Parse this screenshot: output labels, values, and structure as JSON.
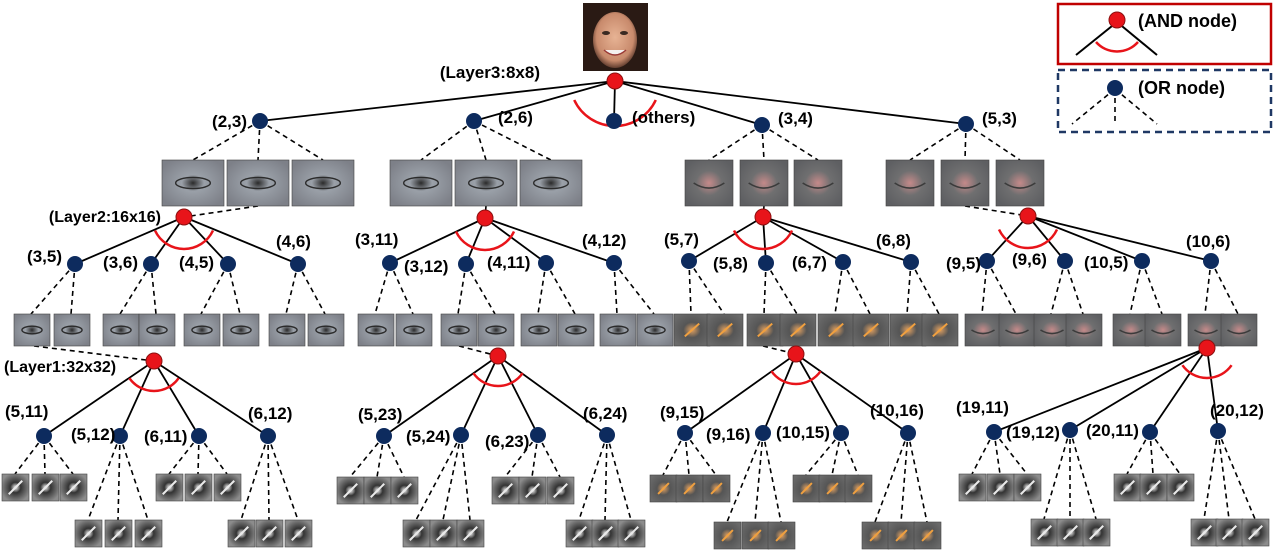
{
  "legend": {
    "and_node": "(AND node)",
    "or_node": "(OR node)"
  },
  "layers": {
    "layer3": "(Layer3:8x8)",
    "layer2": "(Layer2:16x16)",
    "layer1": "(Layer1:32x32)"
  },
  "layer3_children": [
    "(2,3)",
    "(2,6)",
    "(others)",
    "(3,4)",
    "(5,3)"
  ],
  "layer2_groups": [
    [
      "(3,5)",
      "(3,6)",
      "(4,5)",
      "(4,6)"
    ],
    [
      "(3,11)",
      "(3,12)",
      "(4,11)",
      "(4,12)"
    ],
    [
      "(5,7)",
      "(5,8)",
      "(6,7)",
      "(6,8)"
    ],
    [
      "(9,5)",
      "(9,6)",
      "(10,5)",
      "(10,6)"
    ]
  ],
  "layer1_groups": [
    [
      "(5,11)",
      "(5,12)",
      "(6,11)",
      "(6,12)"
    ],
    [
      "(5,23)",
      "(5,24)",
      "(6,23)",
      "(6,24)"
    ],
    [
      "(9,15)",
      "(9,16)",
      "(10,15)",
      "(10,16)"
    ],
    [
      "(19,11)",
      "(19,12)",
      "(20,11)",
      "(20,12)"
    ]
  ],
  "colors": {
    "and_node": "#e8141a",
    "or_node": "#0d2b5e",
    "and_arc": "#e8141a",
    "legend_and_border": "#c00000",
    "legend_or_border": "#1f3864"
  }
}
